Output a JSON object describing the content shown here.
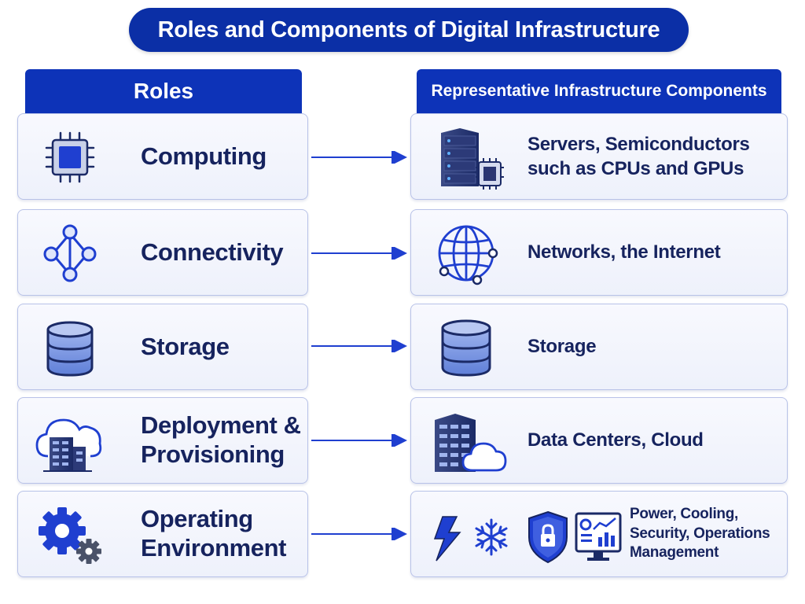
{
  "title": "Roles and Components of Digital Infrastructure",
  "headers": {
    "roles": "Roles",
    "components": "Representative Infrastructure Components"
  },
  "rows": [
    {
      "role": "Computing",
      "component": "Servers, Semiconductors\nsuch as CPUs and GPUs",
      "role_icon": "cpu-chip-icon",
      "component_icon": "server-with-chip-icon"
    },
    {
      "role": "Connectivity",
      "component": "Networks, the Internet",
      "role_icon": "network-nodes-icon",
      "component_icon": "globe-network-icon"
    },
    {
      "role": "Storage",
      "component": "Storage",
      "role_icon": "database-icon",
      "component_icon": "database-icon"
    },
    {
      "role": "Deployment &\nProvisioning",
      "component": "Data Centers, Cloud",
      "role_icon": "cloud-building-icon",
      "component_icon": "datacenter-cloud-icon"
    },
    {
      "role": "Operating\nEnvironment",
      "component": "Power, Cooling,\nSecurity, Operations\nManagement",
      "role_icon": "gears-icon",
      "component_icon": "power-cooling-security-monitor-icons"
    }
  ],
  "colors": {
    "primary": "#0d33b8",
    "title_bg": "#0b2fa6",
    "text": "#16235e",
    "card_border": "#b8c2e8",
    "icon_blue": "#1f3fbf",
    "icon_dark": "#1b2a66"
  }
}
